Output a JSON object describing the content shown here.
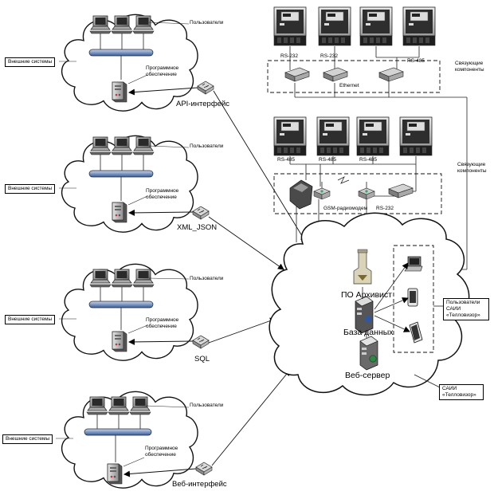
{
  "clusters": [
    {
      "ext_label": "Внешние системы",
      "users_label": "Пользователи",
      "software_label": "Программное обеспечение",
      "interface_label": "API-интерфейс"
    },
    {
      "ext_label": "Внешние системы",
      "users_label": "Пользователи",
      "software_label": "Программное обеспечение",
      "interface_label": "XML_JSON"
    },
    {
      "ext_label": "Внешние системы",
      "users_label": "Пользователи",
      "software_label": "Программное обеспечение",
      "interface_label": "SQL"
    },
    {
      "ext_label": "Внешние системы",
      "users_label": "Пользователи",
      "software_label": "Программное обеспечение",
      "interface_label": "Веб-интерфейс"
    }
  ],
  "top_group": {
    "rs232_a": "RS-232",
    "rs232_b": "RS-232",
    "rs485": "RS-485",
    "ethernet": "Ethernet",
    "link_label": "Связующие компоненты"
  },
  "mid_group": {
    "rs485_a": "RS-485",
    "rs485_b": "RS-485",
    "rs485_c": "RS-485",
    "gsm": "GSM-радиомодем",
    "rs232": "RS-232",
    "link_label": "Связующие компоненты"
  },
  "server": {
    "archivist": "ПО Архивист",
    "database": "База данных",
    "webserver": "Веб-сервер",
    "users_box": "Пользователи САИИ «Телловизор»",
    "saii_box": "САИИ «Телловизор»"
  }
}
